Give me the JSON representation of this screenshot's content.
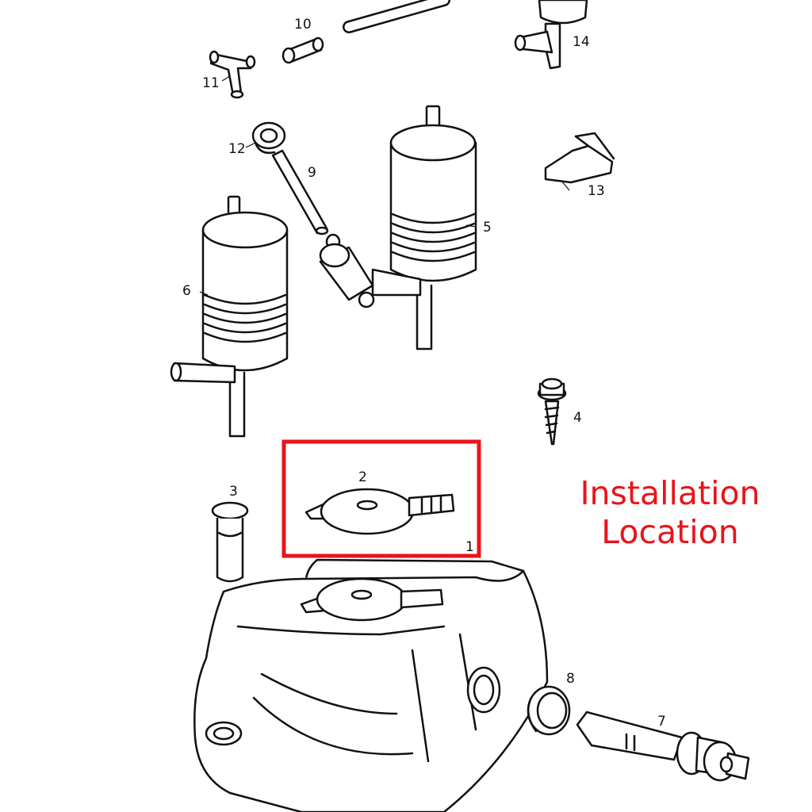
{
  "colors": {
    "line": "#111111",
    "shade": "#dcdcdc",
    "highlight_box": "#e8141b",
    "callout_text": "#e8141b"
  },
  "part_labels": {
    "p1": "1",
    "p2": "2",
    "p3": "3",
    "p4": "4",
    "p5": "5",
    "p6": "6",
    "p7": "7",
    "p8": "8",
    "p9": "9",
    "p10": "10",
    "p11": "11",
    "p12": "12",
    "p13": "13",
    "p14": "14"
  },
  "callout": {
    "line1": "Installation",
    "line2": "Location"
  }
}
